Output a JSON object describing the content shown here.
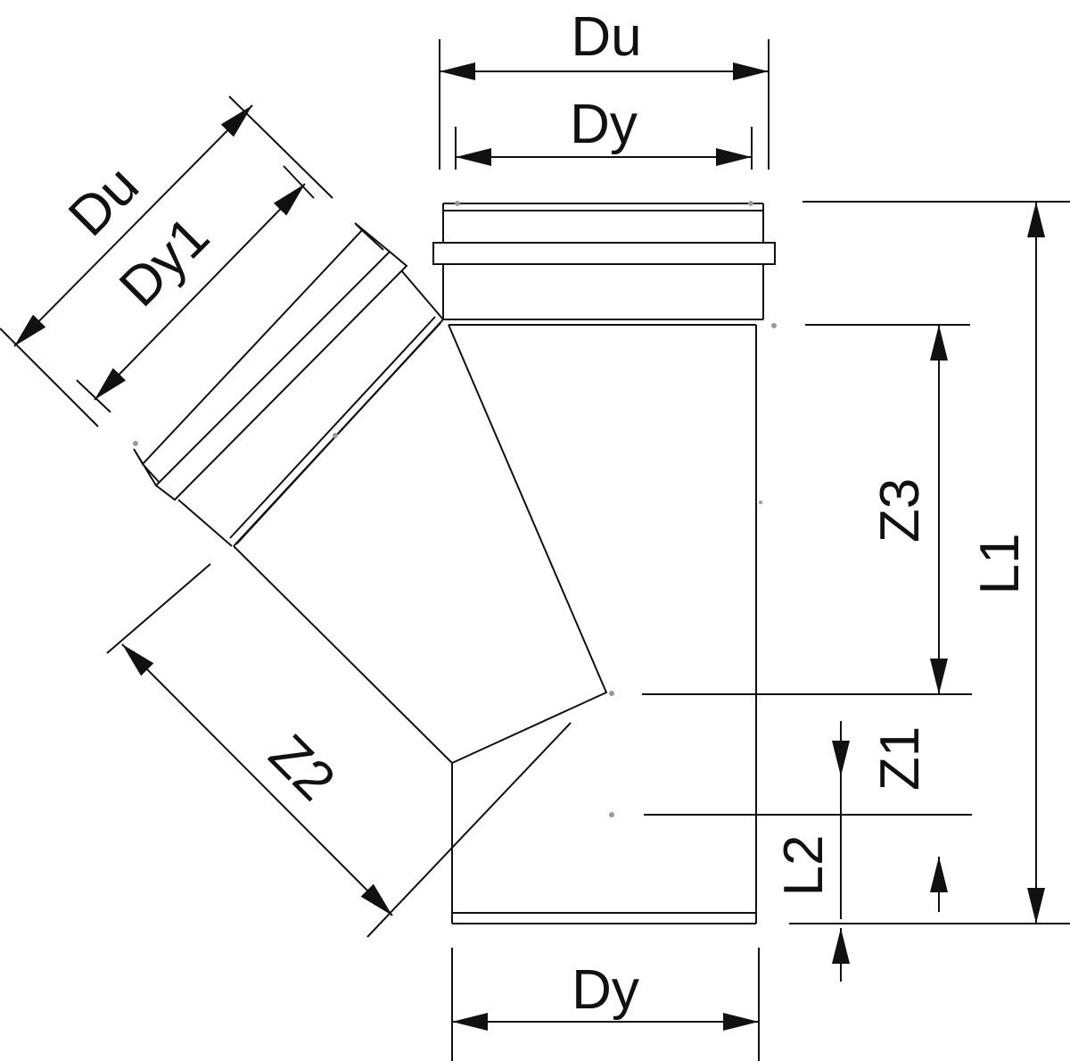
{
  "labels": {
    "top_outer": "Du",
    "top_inner": "Dy",
    "branch_outer": "Du",
    "branch_inner": "Dy1",
    "branch_length": "Z2",
    "bottom_inner": "Dy",
    "z3": "Z3",
    "z1": "Z1",
    "l2": "L2",
    "l1": "L1"
  },
  "colors": {
    "line": "#111111",
    "hint": "#9a9a9a",
    "background": "#ffffff"
  }
}
